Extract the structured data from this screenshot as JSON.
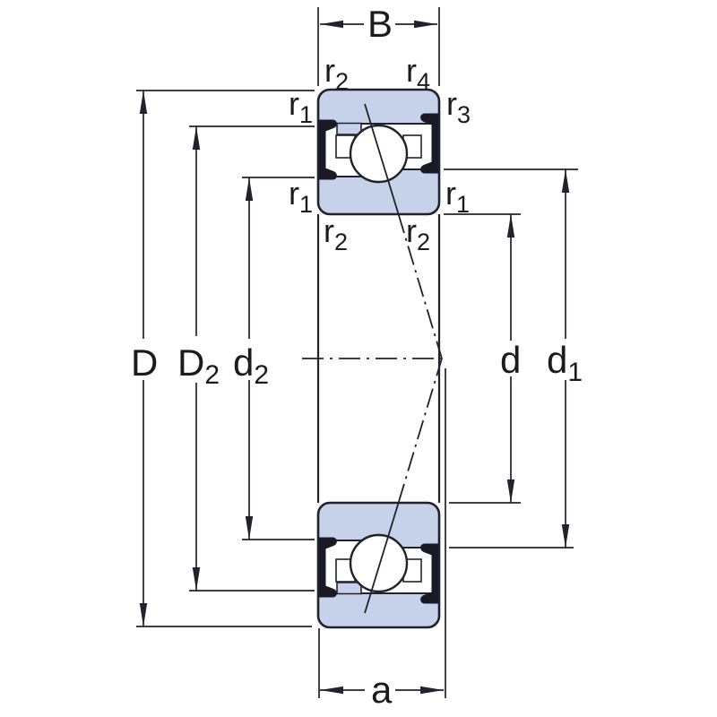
{
  "figure": {
    "kind": "bearing-cross-section",
    "description": "Single-row sealed angular contact ball bearing, axial cross-section with dimension annotations",
    "colors": {
      "ring-fill": "#c5d2e9",
      "outline": "#20222e",
      "seal-fill": "#1a1a24",
      "background": "#ffffff"
    },
    "dimensions": {
      "B": {
        "main": "B",
        "sub": ""
      },
      "D": {
        "main": "D",
        "sub": ""
      },
      "D2": {
        "main": "D",
        "sub": "2"
      },
      "d2": {
        "main": "d",
        "sub": "2"
      },
      "d": {
        "main": "d",
        "sub": ""
      },
      "d1": {
        "main": "d",
        "sub": "1"
      },
      "a": {
        "main": "a",
        "sub": ""
      }
    },
    "radii": {
      "top_left": {
        "main": "r",
        "sub": "2"
      },
      "top_right": {
        "main": "r",
        "sub": "4"
      },
      "upper_left": {
        "main": "r",
        "sub": "1"
      },
      "upper_right": {
        "main": "r",
        "sub": "3"
      },
      "mid_left": {
        "main": "r",
        "sub": "1"
      },
      "mid_right": {
        "main": "r",
        "sub": "1"
      },
      "lower_left": {
        "main": "r",
        "sub": "2"
      },
      "lower_right": {
        "main": "r",
        "sub": "2"
      }
    }
  }
}
